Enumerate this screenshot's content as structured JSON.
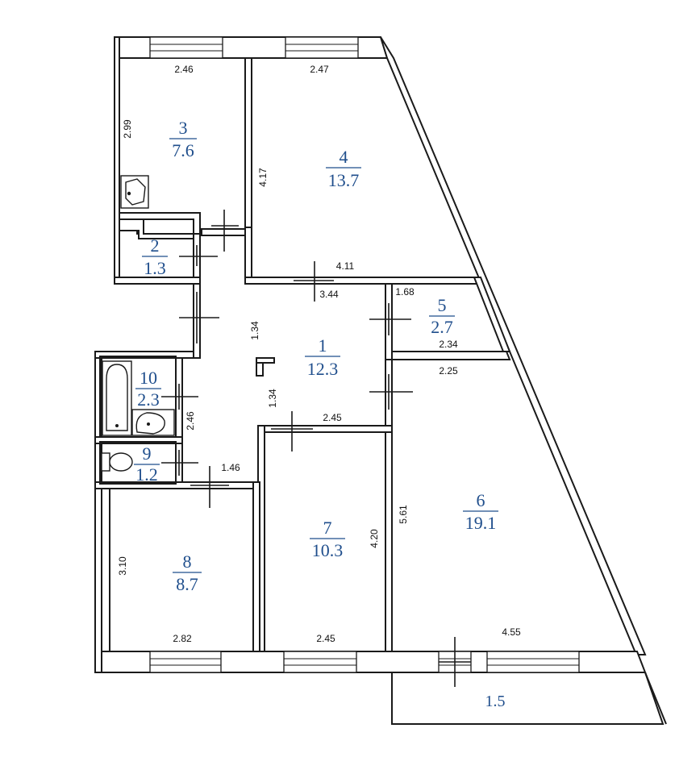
{
  "colors": {
    "wall": "#1a1a1a",
    "label": "#1f4e8c",
    "background": "#ffffff"
  },
  "rooms": [
    {
      "number": "1",
      "area": "12.3"
    },
    {
      "number": "2",
      "area": "1.3"
    },
    {
      "number": "3",
      "area": "7.6"
    },
    {
      "number": "4",
      "area": "13.7"
    },
    {
      "number": "5",
      "area": "2.7"
    },
    {
      "number": "6",
      "area": "19.1"
    },
    {
      "number": "7",
      "area": "10.3"
    },
    {
      "number": "8",
      "area": "8.7"
    },
    {
      "number": "9",
      "area": "1.2"
    },
    {
      "number": "10",
      "area": "2.3"
    }
  ],
  "balcony": {
    "area": "1.5"
  },
  "dimensions": {
    "r3_width": "2.46",
    "r3_height": "2.99",
    "r4_top": "2.47",
    "r4_left": "4.17",
    "r4_bottom": "4.11",
    "r1_top": "3.44",
    "r1_left_upper": "1.34",
    "r1_left_lower": "1.34",
    "r1_bottom": "2.45",
    "r5_left": "1.68",
    "r5_bottom": "2.34",
    "r6_top": "2.25",
    "r6_left": "5.61",
    "r6_bottom": "4.55",
    "r10_height": "2.46",
    "r9_width": "1.46",
    "r8_left": "3.10",
    "r8_bottom": "2.82",
    "r7_right": "4.20",
    "r7_bottom": "2.45"
  }
}
